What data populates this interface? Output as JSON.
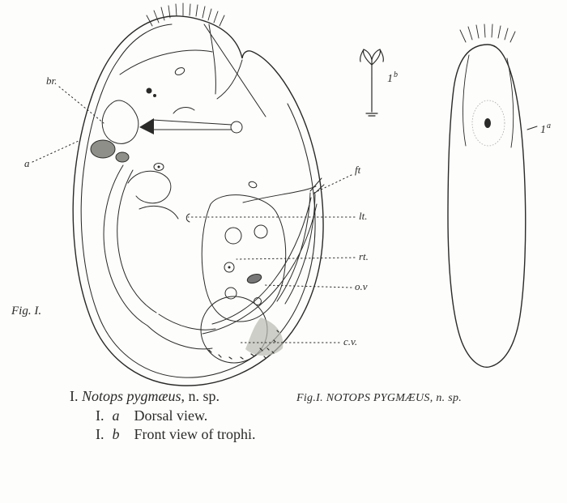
{
  "figure": {
    "fig_label": "Fig. I.",
    "anatomy_labels": {
      "br": "br.",
      "a": "a",
      "ft": "ft",
      "lt": "lt.",
      "rt": "rt.",
      "ov": "o.v",
      "cv": "c.v."
    },
    "subfigure_labels": {
      "trophi_num": "1",
      "trophi_sup": "b",
      "dorsal_num": "1",
      "dorsal_sup": "a"
    }
  },
  "caption": {
    "series_numeral": "I.",
    "species_name": "Notops pygmæus",
    "species_suffix": ", n. sp.",
    "figure_reference": "Fig.I. NOTOPS PYGMÆUS, n. sp.",
    "items": [
      {
        "num": "I.",
        "letter": "a",
        "text": "Dorsal view."
      },
      {
        "num": "I.",
        "letter": "b",
        "text": "Front view of trophi."
      }
    ]
  },
  "colors": {
    "ink": "#2a2a28",
    "paper": "#fdfdfb"
  }
}
